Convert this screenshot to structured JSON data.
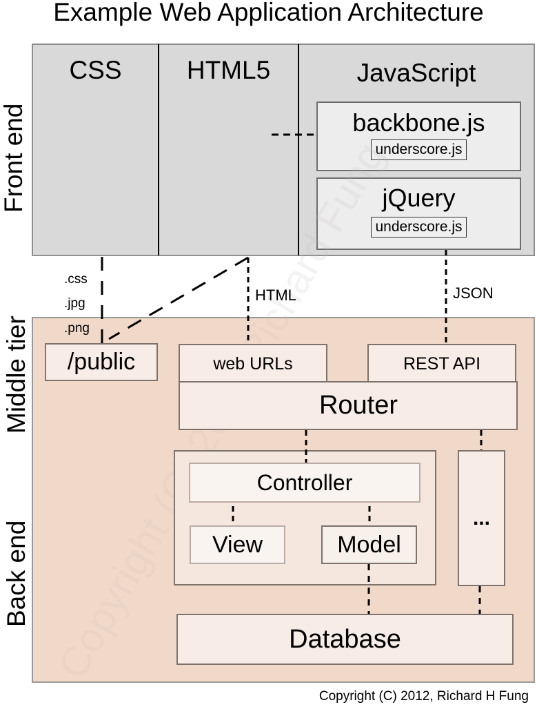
{
  "title": "Example Web Application Architecture",
  "tiers": {
    "front_end": "Front end",
    "middle_tier": "Middle tier",
    "back_end": "Back end"
  },
  "front_end": {
    "columns": [
      "CSS",
      "HTML5",
      "JavaScript"
    ],
    "libraries": [
      {
        "name": "backbone.js",
        "dependency": "underscore.js"
      },
      {
        "name": "jQuery",
        "dependency": "underscore.js"
      }
    ]
  },
  "connections": {
    "static_file_types": [
      ".css",
      ".jpg",
      ".png"
    ],
    "html_label": "HTML",
    "json_label": "JSON"
  },
  "middle_tier": {
    "public": "/public",
    "web_urls": "web URLs",
    "rest_api": "REST API",
    "router": "Router"
  },
  "back_end": {
    "controller": "Controller",
    "view": "View",
    "model": "Model",
    "other": "...",
    "database": "Database"
  },
  "watermark": "Copyright (C) 2012 Richard Fung",
  "copyright": "Copyright (C) 2012, Richard H Fung",
  "colors": {
    "front_end_bg": "#d9d9d9",
    "back_end_bg": "#f1d9ca",
    "box_bg": "#f7ece6"
  }
}
